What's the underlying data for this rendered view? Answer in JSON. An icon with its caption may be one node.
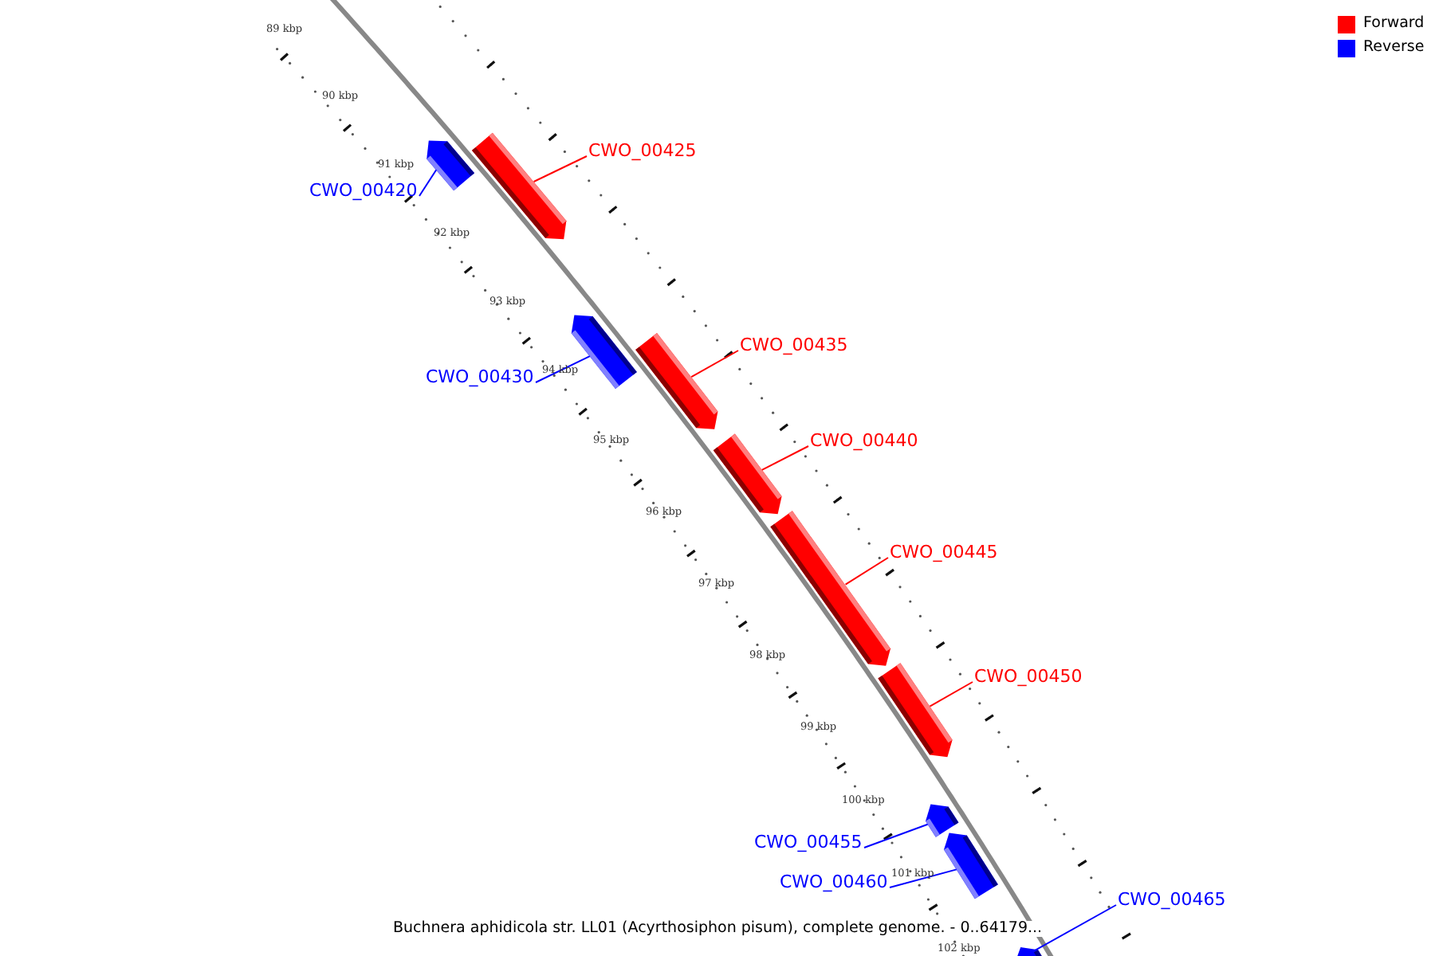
{
  "diagram": {
    "caption": "Buchnera aphidicola str. LL01 (Acyrthosiphon pisum), complete genome. - 0..64179...",
    "nodes": [
      {
        "text": [
          "CWO_00420"
        ]
      },
      {
        "text": [],
        "shape": "bar"
      },
      {
        "text": [
          "CWO_00425"
        ]
      },
      {
        "text": [],
        "shape": "bar"
      },
      {
        "text": [
          "CWO_00430"
        ]
      },
      {
        "text": [],
        "shape": "bar"
      },
      {
        "text": [
          "CWO_00435"
        ]
      },
      {
        "text": [],
        "shape": "bar"
      },
      {
        "text": [
          "CWO_00440"
        ]
      },
      {
        "text": [],
        "shape": "bar"
      },
      {
        "text": [
          "CWO_00445"
        ]
      },
      {
        "text": [],
        "shape": "bar"
      },
      {
        "text": [
          "CWO_00450"
        ]
      },
      {
        "text": [],
        "shape": "bar"
      },
      {
        "text": [
          "CWO_00455"
        ]
      },
      {
        "text": [],
        "shape": "bar"
      },
      {
        "text": [
          "CWO_00460"
        ]
      },
      {
        "text": [],
        "shape": "bar"
      },
      {
        "text": [
          "CWO_00465"
        ]
      },
      {
        "text": [],
        "shape": "bar"
      }
    ],
    "edges": [
      {
        "from": 0,
        "to": 1,
        "arrow": "none",
        "color": "#0000ff"
      },
      {
        "from": 2,
        "to": 3,
        "arrow": "none",
        "color": "#ff0000"
      },
      {
        "from": 4,
        "to": 5,
        "arrow": "none",
        "color": "#0000ff"
      },
      {
        "from": 6,
        "to": 7,
        "arrow": "none",
        "color": "#ff0000"
      },
      {
        "from": 8,
        "to": 9,
        "arrow": "none",
        "color": "#ff0000"
      },
      {
        "from": 10,
        "to": 11,
        "arrow": "none",
        "color": "#ff0000"
      },
      {
        "from": 12,
        "to": 13,
        "arrow": "none",
        "color": "#ff0000"
      },
      {
        "from": 14,
        "to": 15,
        "arrow": "none",
        "color": "#0000ff"
      },
      {
        "from": 16,
        "to": 17,
        "arrow": "none",
        "color": "#0000ff"
      },
      {
        "from": 18,
        "to": 19,
        "arrow": "none",
        "color": "#0000ff"
      }
    ],
    "labels": [
      "89 kbp",
      "90 kbp",
      "91 kbp",
      "92 kbp",
      "93 kbp",
      "94 kbp",
      "95 kbp",
      "96 kbp",
      "97 kbp",
      "98 kbp",
      "99 kbp",
      "100 kbp",
      "101 kbp",
      "102 kbp"
    ],
    "legend": [
      {
        "text": "Forward",
        "color": "#ff0000"
      },
      {
        "text": "Reverse",
        "color": "#0000ff"
      }
    ]
  }
}
